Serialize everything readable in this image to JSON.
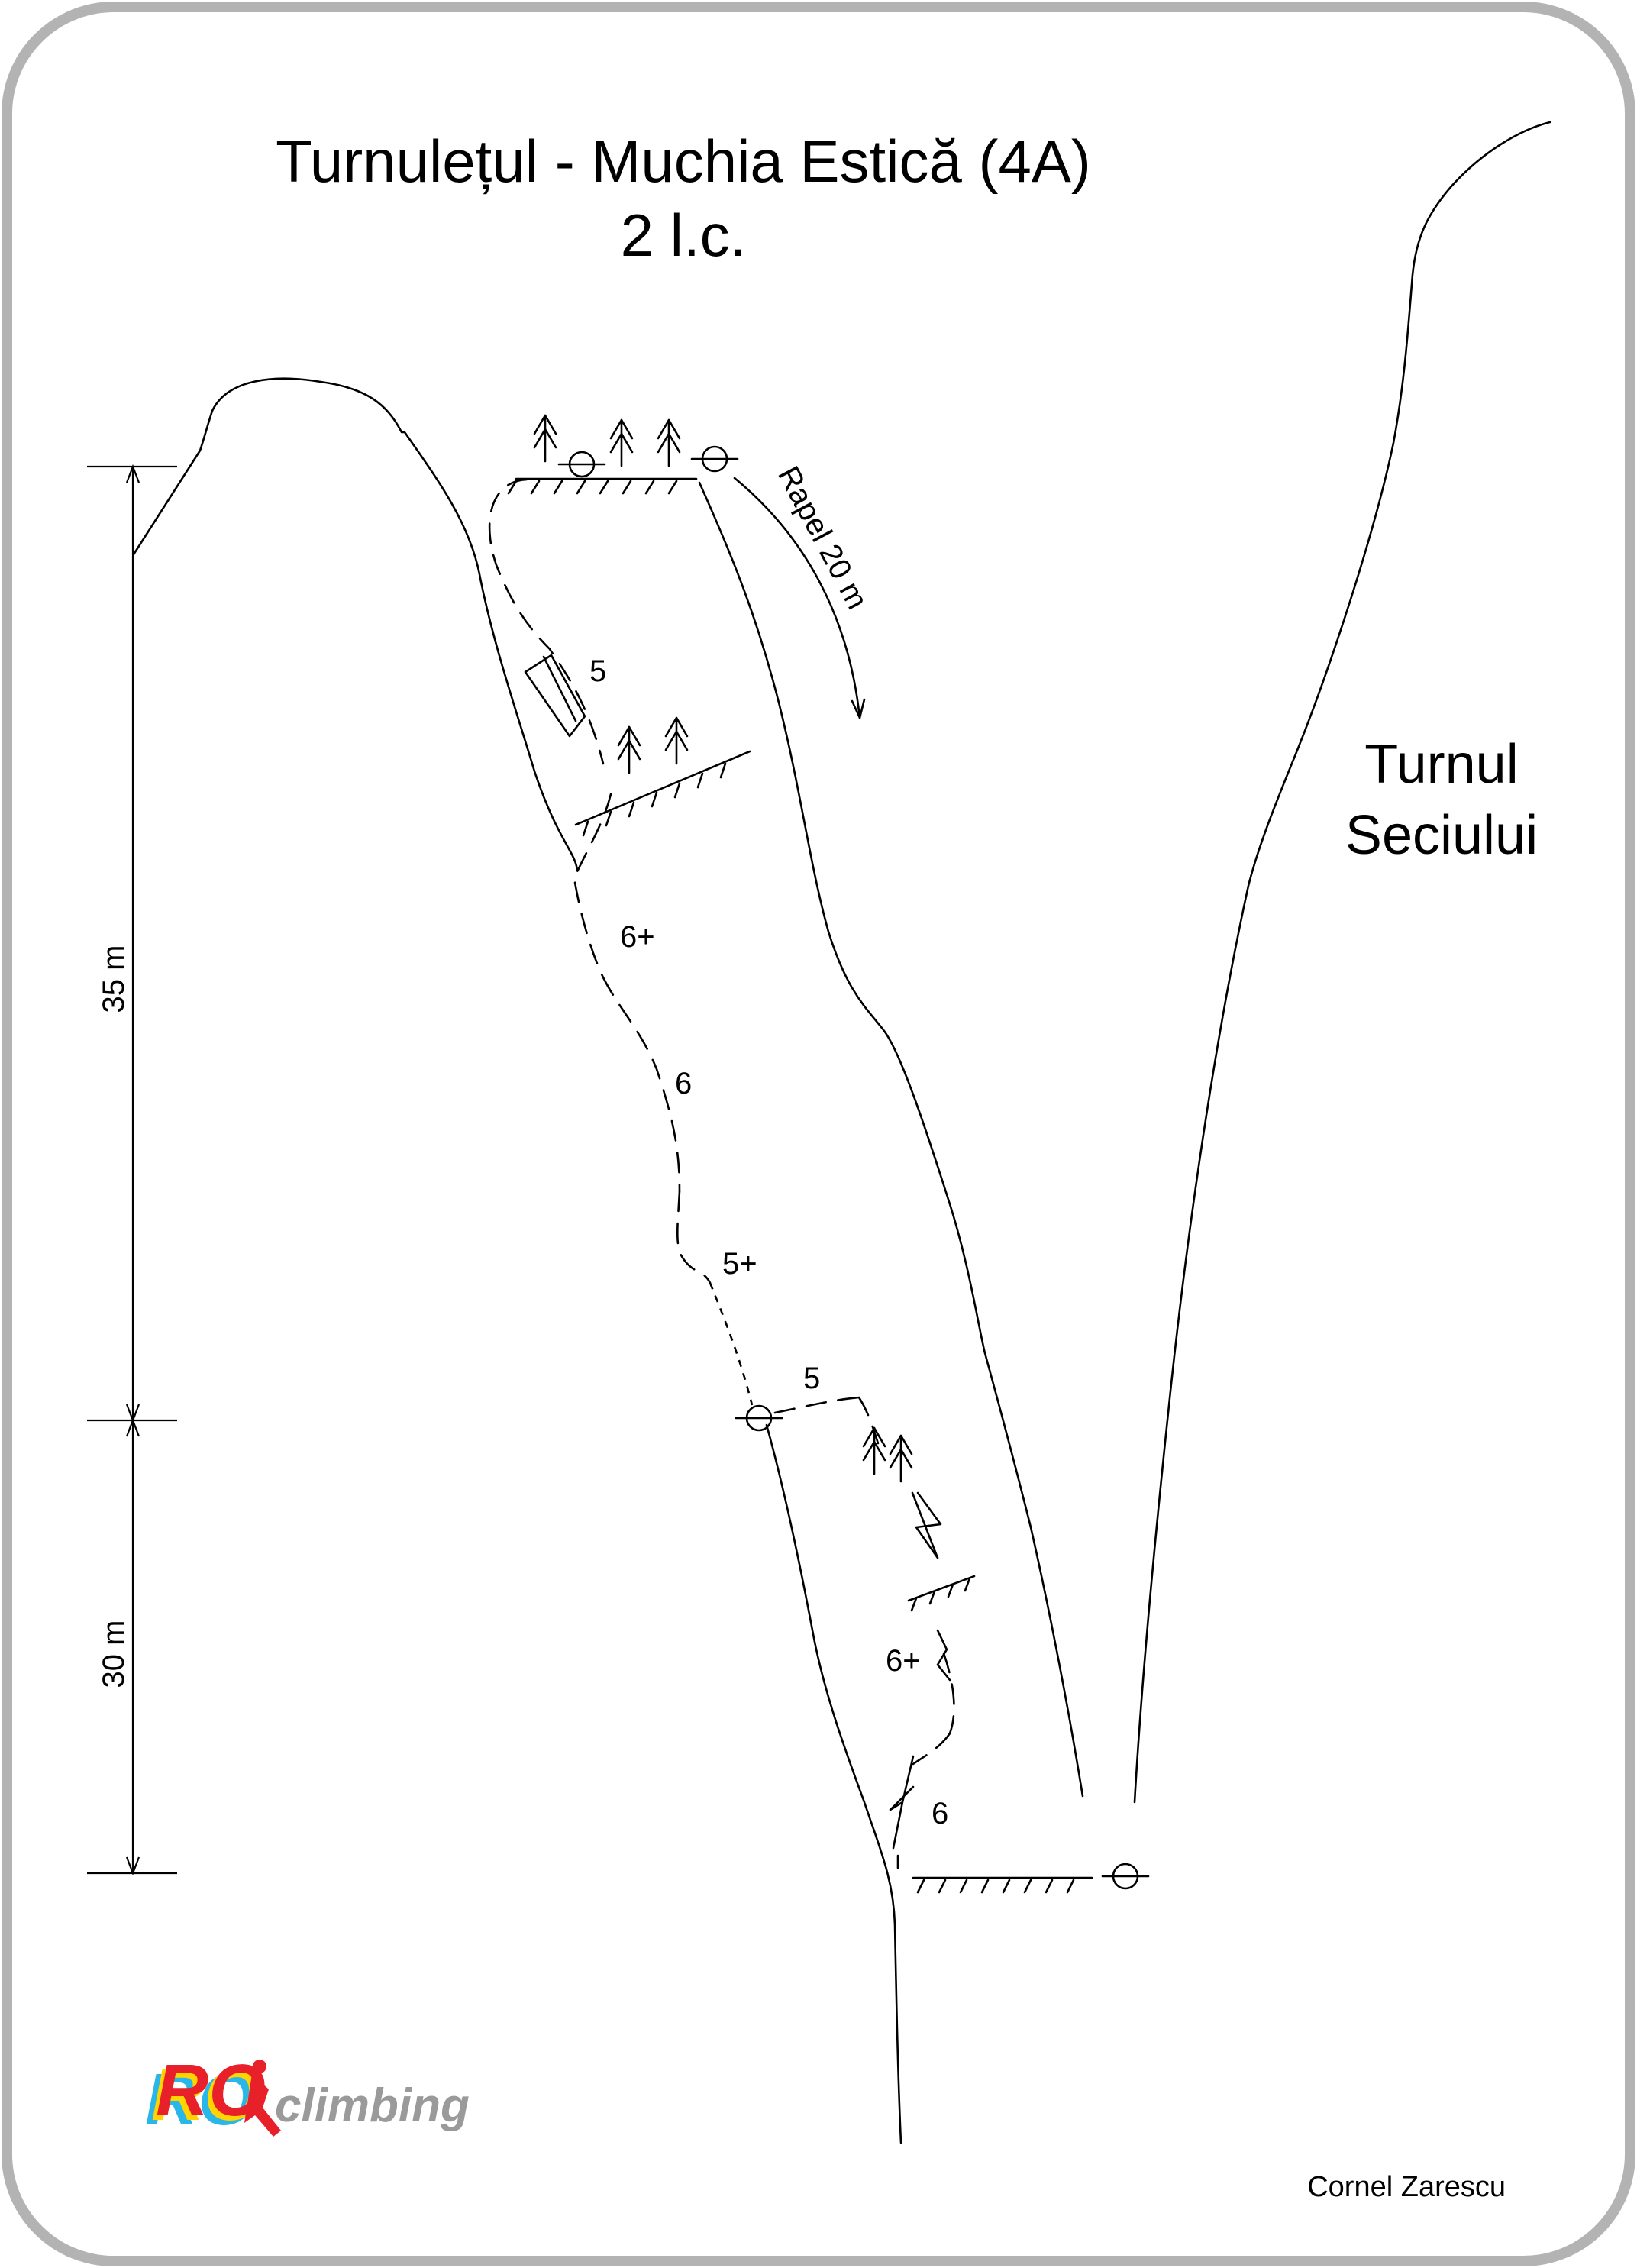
{
  "title": {
    "line1": "Turnulețul - Muchia Estică (4A)",
    "line2": "2 l.c."
  },
  "tower_label": {
    "line1": "Turnul",
    "line2": "Seciului"
  },
  "rappel_label": "Rapel 20 m",
  "pitch_lengths": [
    "35 m",
    "30 m"
  ],
  "grades": {
    "g5_top": "5",
    "g6plus_upper": "6+",
    "g6_upper": "6",
    "g5plus": "5+",
    "g5_mid": "5",
    "g6plus_lower": "6+",
    "g6_lower": "6"
  },
  "author": "Cornel Zarescu",
  "logo": {
    "mark": "RO",
    "word": "climbing"
  },
  "colors": {
    "frame": "#b3b3b3",
    "logo_red": "#e8202a",
    "logo_yellow": "#ffd400",
    "logo_blue": "#29b6e8",
    "logo_grey": "#9a9a9a"
  }
}
